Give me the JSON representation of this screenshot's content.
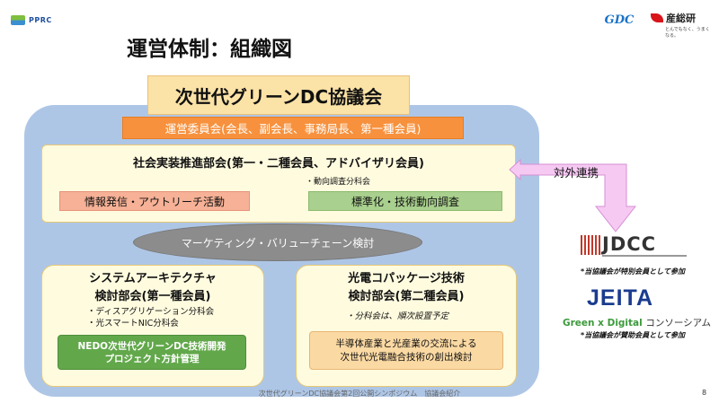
{
  "header": {
    "logo_left": "PPRC",
    "logo_gdc": "GDC",
    "logo_aist": "産総研",
    "logo_aist_tagline": "とんでもなく、うまくなる。",
    "title": "運営体制：組織図"
  },
  "council": {
    "title": "次世代グリーンDC協議会",
    "steering": "運営委員会(会長、副会長、事務局長、第一種会員)",
    "social_division": {
      "title": "社会実装推進部会(第一・二種会員、アドバイザリ会員)",
      "sub": "・動向調査分科会",
      "info": "情報発信・アウトリーチ活動",
      "standards": "標準化・技術動向調査"
    },
    "marketing": "マーケティング・バリューチェーン検討",
    "system_division": {
      "title_line1": "システムアーキテクチャ",
      "title_line2": "検討部会(第一種会員)",
      "sub1": "・ディスアグリゲーション分科会",
      "sub2": "・光スマートNIC分科会",
      "nedo_line1": "NEDO次世代グリーンDC技術開発",
      "nedo_line2": "プロジェクト方針管理"
    },
    "opto_division": {
      "title_line1": "光電コパッケージ技術",
      "title_line2": "検討部会(第二種会員)",
      "note": "・分科会は、順次設置予定",
      "exchange_line1": "半導体産業と光産業の交流による",
      "exchange_line2": "次世代光電融合技術の創出検討"
    }
  },
  "external": {
    "label": "対外連携",
    "jdcc": "JDCC",
    "jdcc_note": "*当協議会が特別会員として参加",
    "jeita": "JEITA",
    "green_digital_1": "Green x Digital",
    "green_digital_2": "コンソーシアム",
    "jeita_note": "*当協議会が賛助会員として参加"
  },
  "footer": {
    "text": "次世代グリーンDC協議会第2回公開シンポジウム　協議会紹介",
    "page_number": "8"
  },
  "colors": {
    "panel_blue": "#aec6e6",
    "title_yellow": "#fbe2a6",
    "steering_orange": "#f7913d",
    "info_salmon": "#f6b196",
    "standards_green": "#a9d08e",
    "marketing_gray": "#8c8c8c",
    "nedo_green": "#62a84b",
    "arrow_pink": "#f6c9f3"
  }
}
